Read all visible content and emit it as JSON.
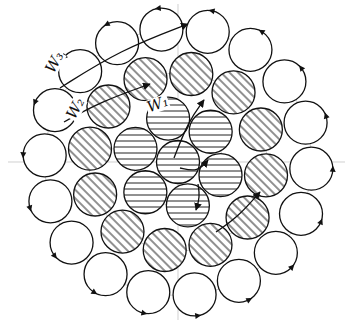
{
  "diagram": {
    "labels": [
      "W₃",
      "W₂",
      "W₁"
    ]
  }
}
